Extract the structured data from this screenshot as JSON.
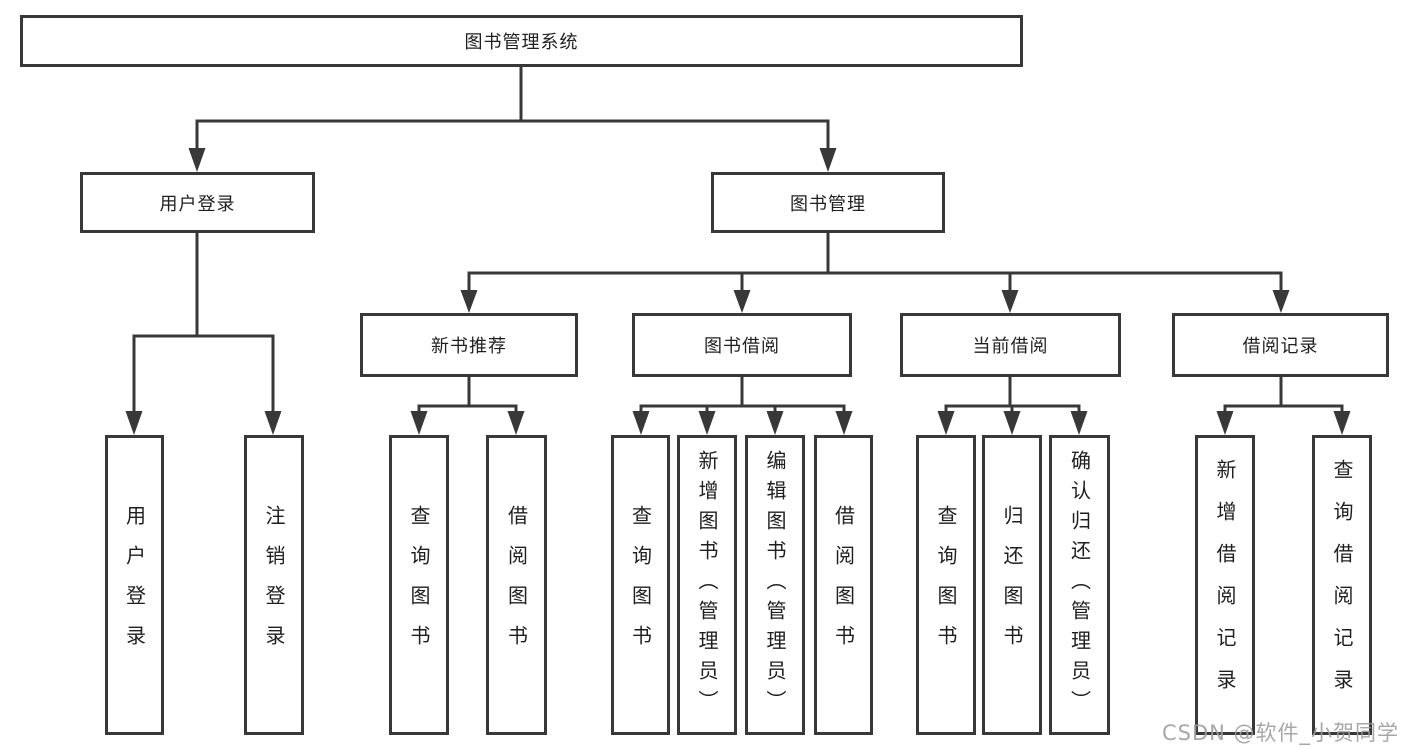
{
  "nodes": {
    "root": {
      "label": "图书管理系统"
    },
    "level2": [
      {
        "label": "用户登录"
      },
      {
        "label": "图书管理"
      }
    ],
    "level3": [
      {
        "label": "新书推荐"
      },
      {
        "label": "图书借阅"
      },
      {
        "label": "当前借阅"
      },
      {
        "label": "借阅记录"
      }
    ],
    "leaves": {
      "user_login": [
        {
          "label": "用户登录"
        },
        {
          "label": "注销登录"
        }
      ],
      "new_book": [
        {
          "label": "查询图书"
        },
        {
          "label": "借阅图书"
        }
      ],
      "book_borrowing": [
        {
          "label": "查询图书"
        },
        {
          "label": "新增图书（管理员）"
        },
        {
          "label": "编辑图书（管理员）"
        },
        {
          "label": "借阅图书"
        }
      ],
      "current_borrowing": [
        {
          "label": "查询图书"
        },
        {
          "label": "归还图书"
        },
        {
          "label": "确认归还（管理员）"
        }
      ],
      "borrowing_records": [
        {
          "label": "新增借阅记录"
        },
        {
          "label": "查询借阅记录"
        }
      ]
    }
  },
  "edges": [
    {
      "from": "图书管理系统",
      "to": "用户登录"
    },
    {
      "from": "图书管理系统",
      "to": "图书管理"
    },
    {
      "from": "用户登录",
      "to": "用户登录"
    },
    {
      "from": "用户登录",
      "to": "注销登录"
    },
    {
      "from": "图书管理",
      "to": "新书推荐"
    },
    {
      "from": "图书管理",
      "to": "图书借阅"
    },
    {
      "from": "图书管理",
      "to": "当前借阅"
    },
    {
      "from": "图书管理",
      "to": "借阅记录"
    },
    {
      "from": "新书推荐",
      "to": "查询图书"
    },
    {
      "from": "新书推荐",
      "to": "借阅图书"
    },
    {
      "from": "图书借阅",
      "to": "查询图书"
    },
    {
      "from": "图书借阅",
      "to": "新增图书（管理员）"
    },
    {
      "from": "图书借阅",
      "to": "编辑图书（管理员）"
    },
    {
      "from": "图书借阅",
      "to": "借阅图书"
    },
    {
      "from": "当前借阅",
      "to": "查询图书"
    },
    {
      "from": "当前借阅",
      "to": "归还图书"
    },
    {
      "from": "当前借阅",
      "to": "确认归还（管理员）"
    },
    {
      "from": "借阅记录",
      "to": "新增借阅记录"
    },
    {
      "from": "借阅记录",
      "to": "查询借阅记录"
    }
  ],
  "watermark": {
    "text": "CSDN @软件_小贺同学"
  },
  "colors": {
    "line": "#383838",
    "box_border": "#383838",
    "text": "#1f1f1f",
    "watermark": "#9e9e9e",
    "background": "#ffffff"
  }
}
